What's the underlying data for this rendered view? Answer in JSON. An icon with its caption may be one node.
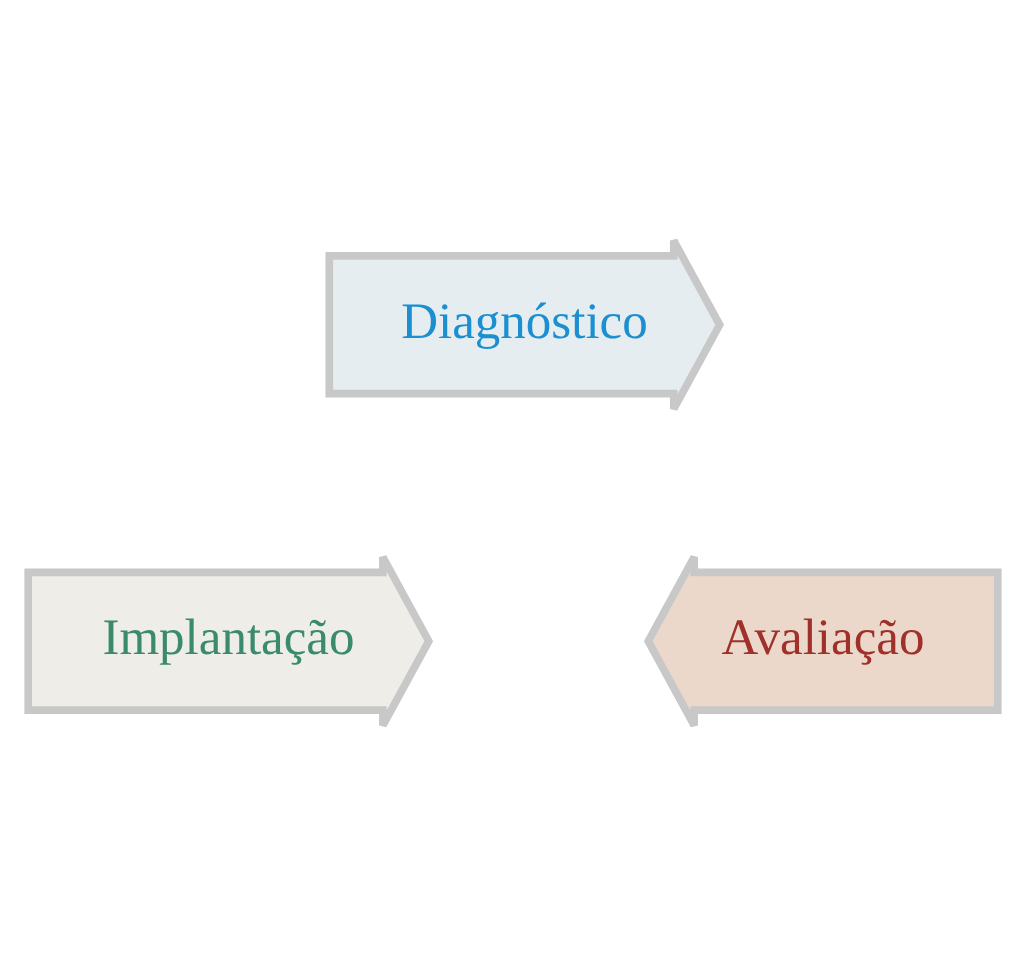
{
  "diagram": {
    "nodes": [
      {
        "text": [
          "Diagnóstico"
        ]
      },
      {
        "text": [
          "Implantação"
        ]
      },
      {
        "text": [
          "Avaliação"
        ]
      }
    ]
  }
}
